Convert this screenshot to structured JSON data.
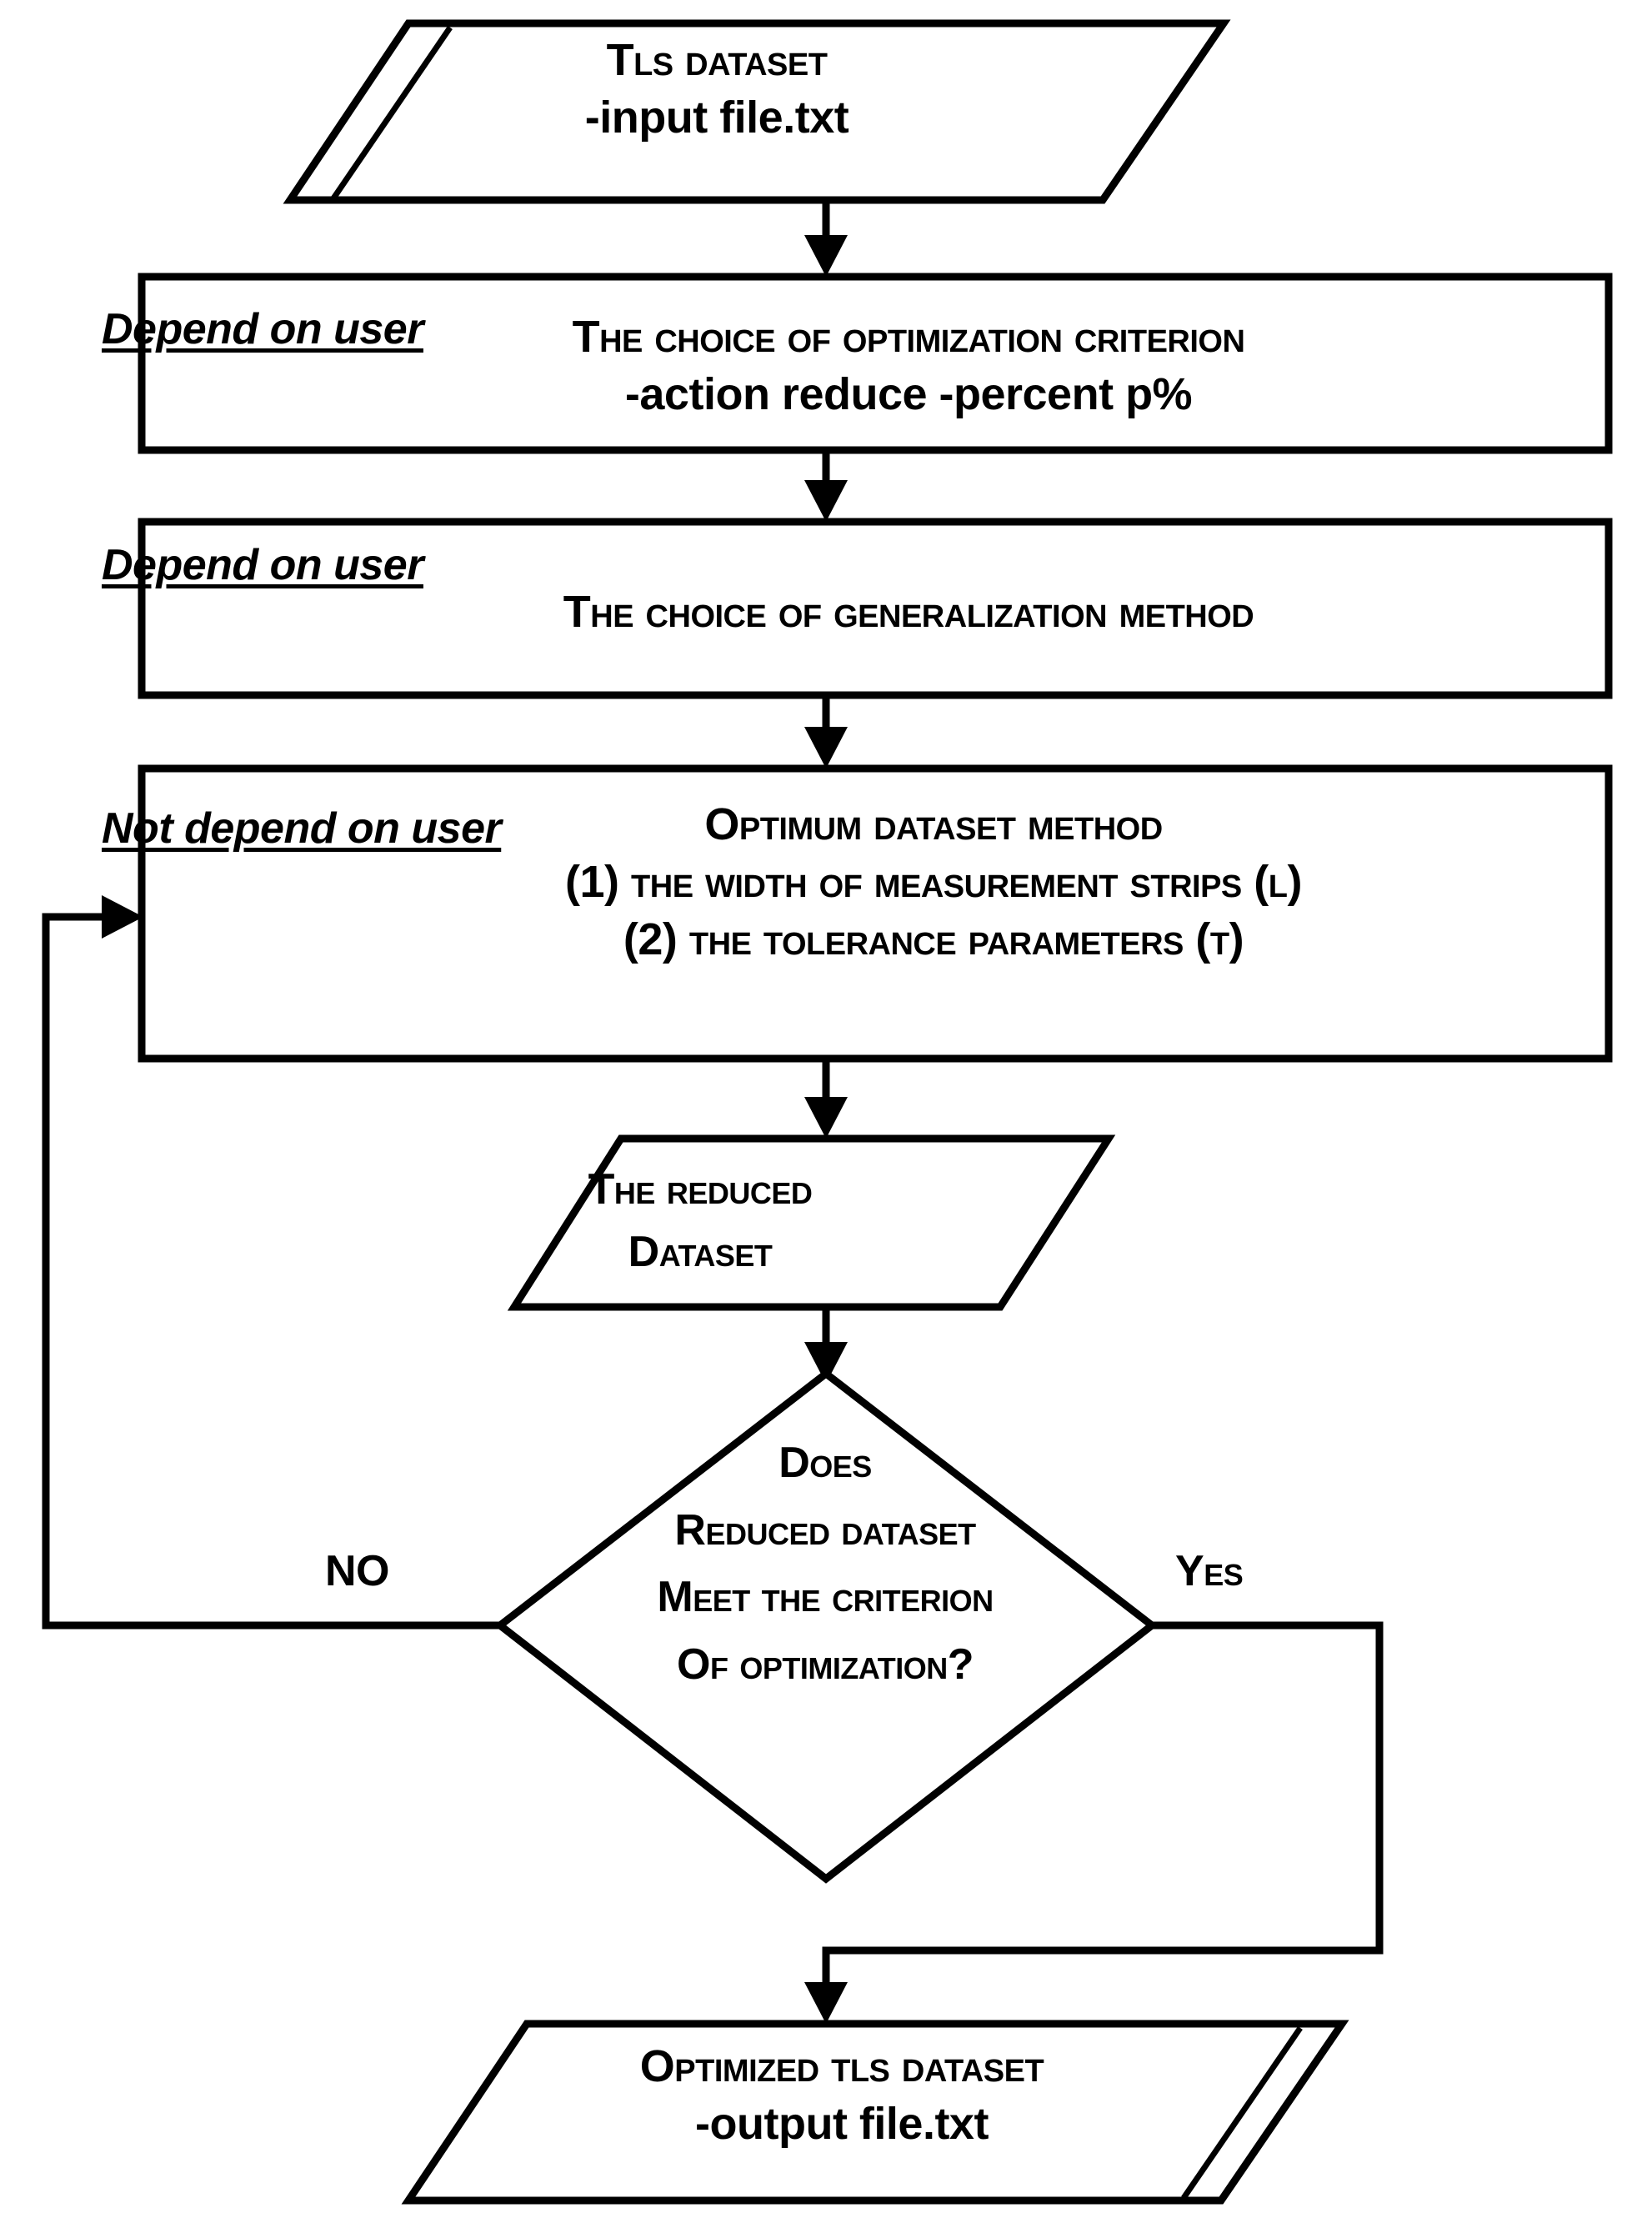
{
  "diagram": {
    "title": "Optimization workflow flowchart",
    "colors": {
      "stroke": "#000000",
      "background": "#ffffff",
      "text": "#000000"
    },
    "nodes": {
      "input": {
        "shape": "parallelogram-double-left",
        "line1": "TLS dataset",
        "line2": "-input file.txt"
      },
      "criterion": {
        "shape": "rectangle",
        "note": "Depend on user",
        "line1": "The choice of optimization criterion",
        "line2": "-action reduce -percent p%"
      },
      "generalization": {
        "shape": "rectangle",
        "note": "Depend on user",
        "line1": "The choice of generalization method"
      },
      "optimum": {
        "shape": "rectangle",
        "note": "Not depend on user",
        "line1": "Optimum Dataset method",
        "line2": "(1) the width of measurement strips (L)",
        "line3": "(2) the tolerance parameters (t)"
      },
      "reduced": {
        "shape": "parallelogram",
        "line1": "The reduced",
        "line2": "dataset"
      },
      "decision": {
        "shape": "diamond",
        "line1": "Does",
        "line2": "reduced dataset",
        "line3": "meet the criterion",
        "line4": "of optimization?"
      },
      "output": {
        "shape": "parallelogram-double-right",
        "line1": "Optimized TLS dataset",
        "line2": "-output file.txt"
      }
    },
    "edges": {
      "no_label": "NO",
      "yes_label": "Yes"
    }
  }
}
